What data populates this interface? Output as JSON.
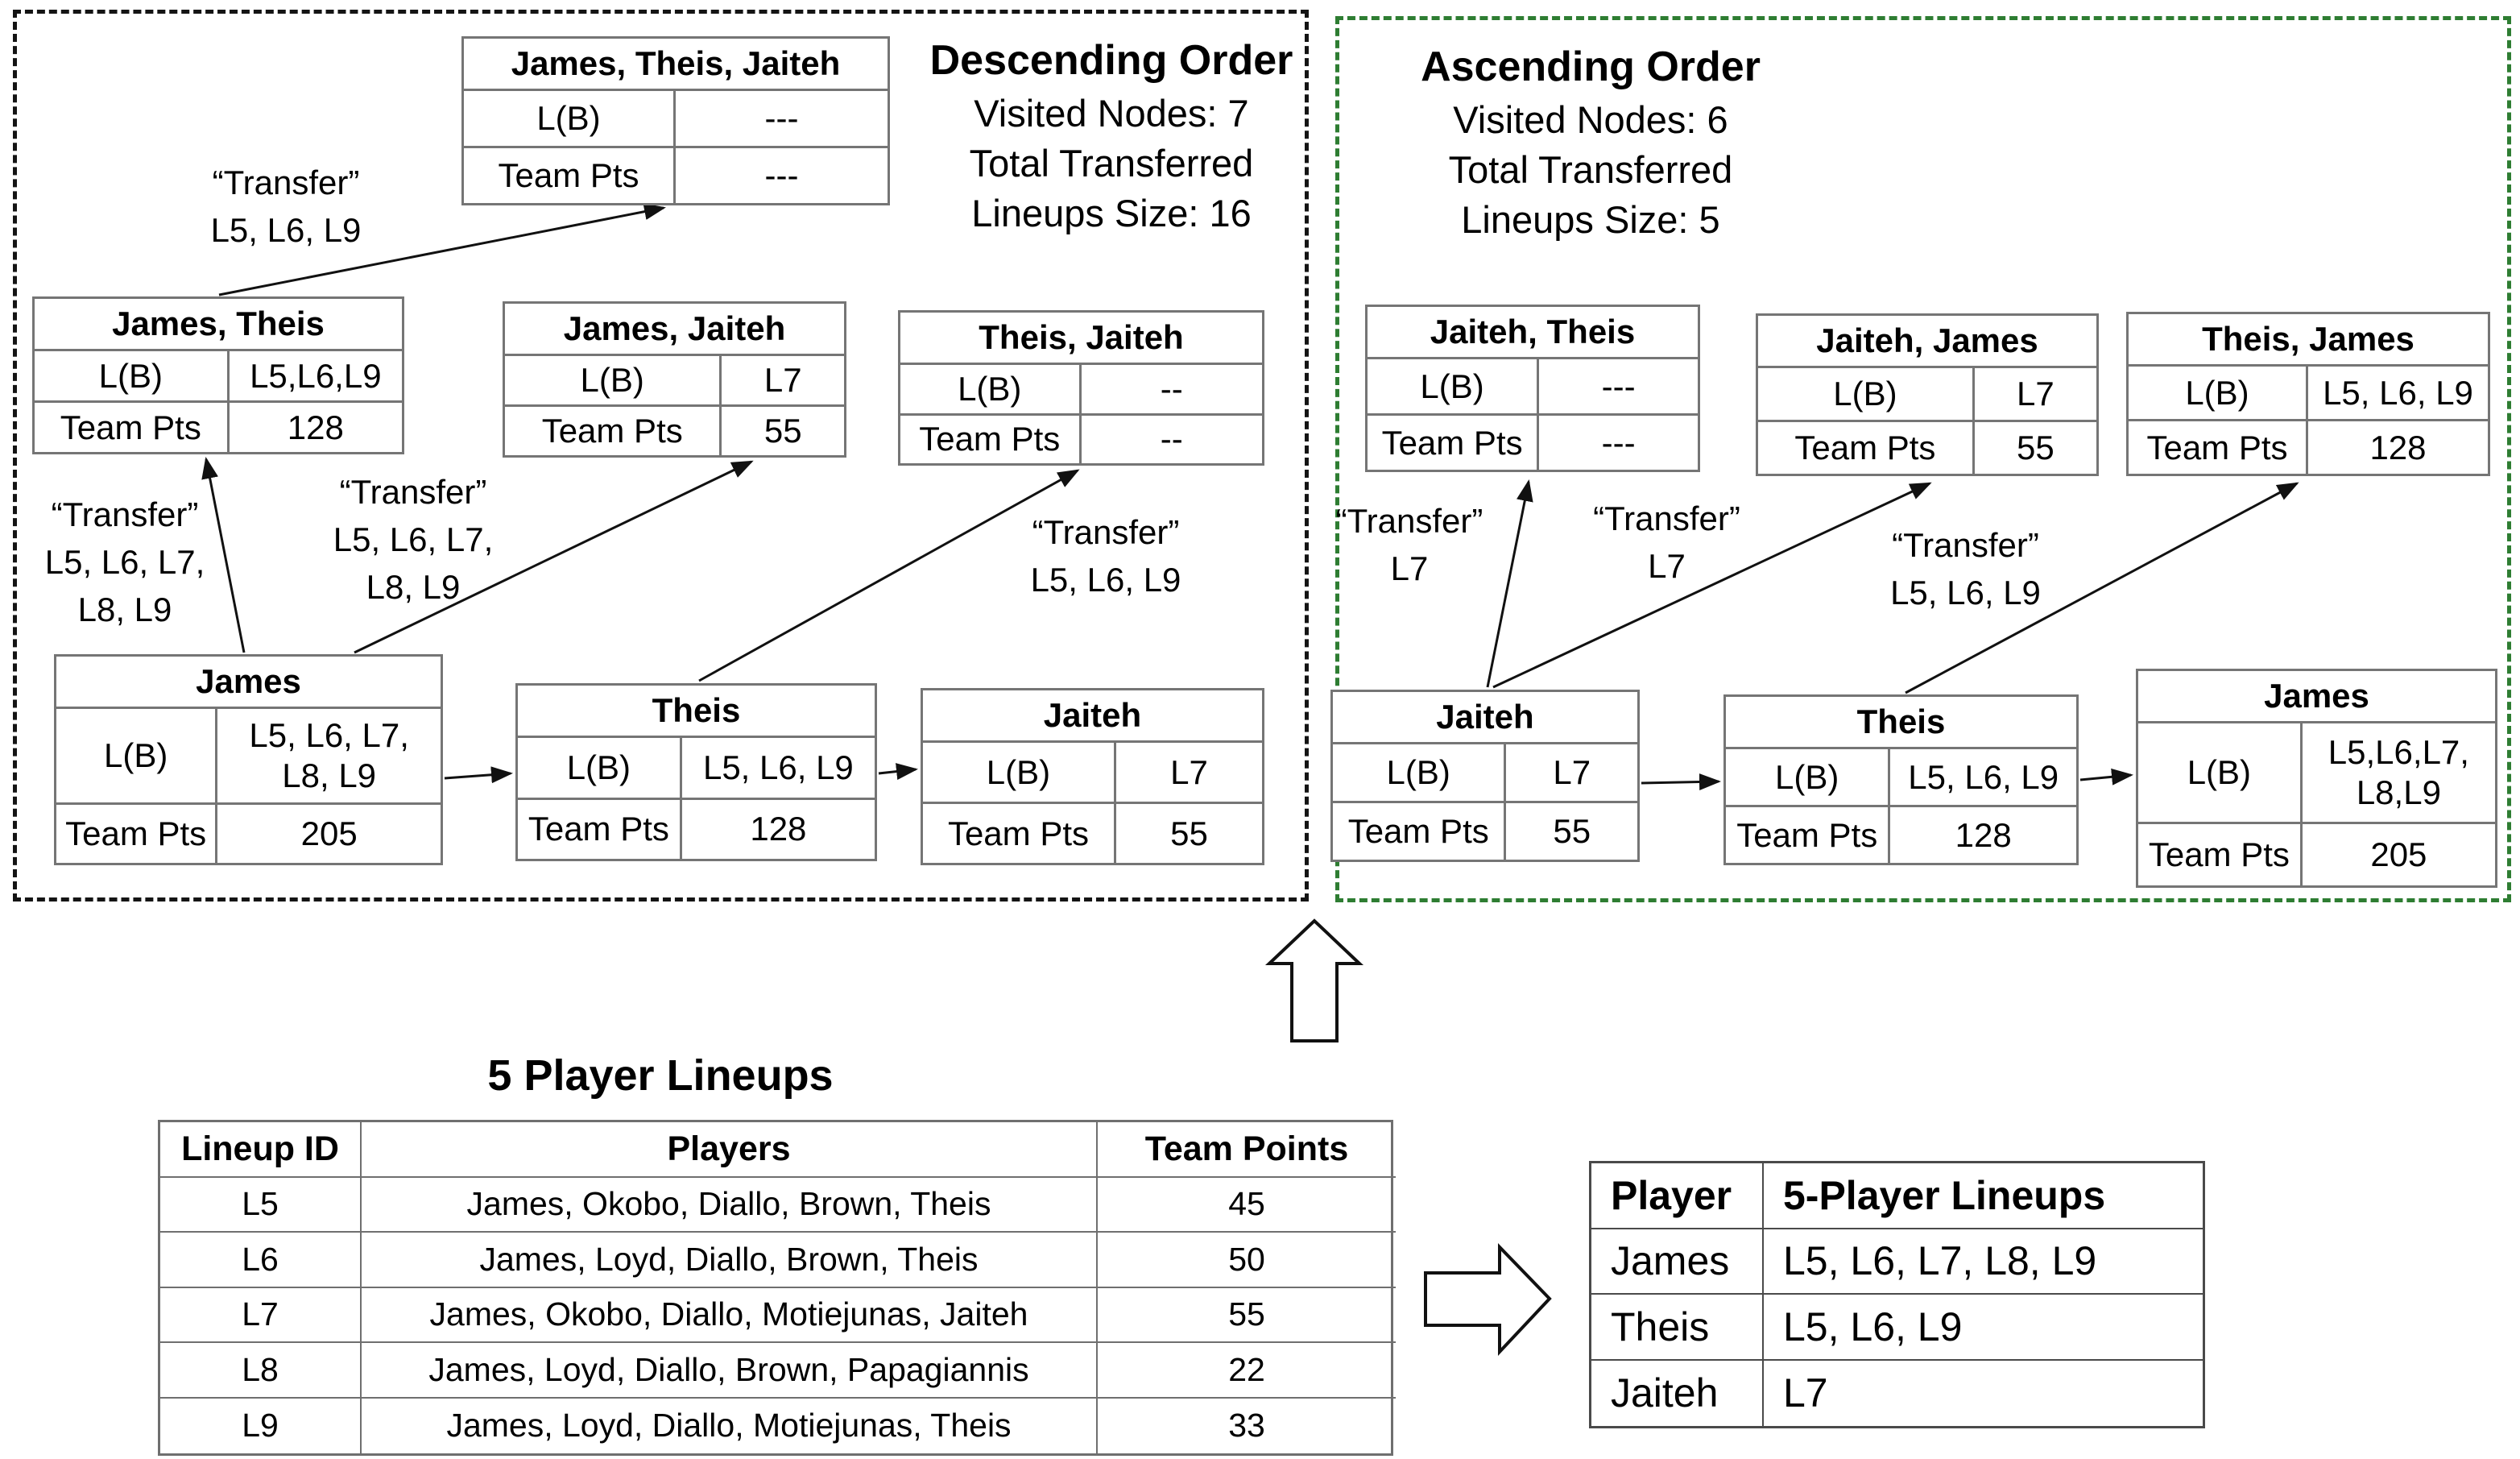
{
  "labels": {
    "lb": "L(B)",
    "pts": "Team Pts"
  },
  "descending": {
    "title": "Descending Order",
    "stats": [
      "Visited Nodes: 7",
      "Total Transferred",
      "Lineups Size: 16"
    ],
    "nodes": [
      {
        "title": "James, Theis, Jaiteh",
        "lb": "---",
        "pts": "---"
      },
      {
        "title": "James, Theis",
        "lb": "L5,L6,L9",
        "pts": "128"
      },
      {
        "title": "James, Jaiteh",
        "lb": "L7",
        "pts": "55"
      },
      {
        "title": "Theis, Jaiteh",
        "lb": "--",
        "pts": "--"
      },
      {
        "title": "James",
        "lb": "L5, L6, L7, L8, L9",
        "pts": "205"
      },
      {
        "title": "Theis",
        "lb": "L5, L6, L9",
        "pts": "128"
      },
      {
        "title": "Jaiteh",
        "lb": "L7",
        "pts": "55"
      }
    ],
    "transfers": [
      [
        "“Transfer”",
        "L5, L6, L9"
      ],
      [
        "“Transfer”",
        "L5, L6, L7,",
        "L8, L9"
      ],
      [
        "“Transfer”",
        "L5, L6, L7,",
        "L8, L9"
      ],
      [
        "“Transfer”",
        "L5, L6, L9"
      ]
    ]
  },
  "ascending": {
    "title": "Ascending Order",
    "stats": [
      "Visited Nodes: 6",
      "Total Transferred",
      "Lineups Size: 5"
    ],
    "nodes": [
      {
        "title": "Jaiteh, Theis",
        "lb": "---",
        "pts": "---"
      },
      {
        "title": "Jaiteh, James",
        "lb": "L7",
        "pts": "55"
      },
      {
        "title": "Theis, James",
        "lb": "L5, L6, L9",
        "pts": "128"
      },
      {
        "title": "Jaiteh",
        "lb": "L7",
        "pts": "55"
      },
      {
        "title": "Theis",
        "lb": "L5, L6, L9",
        "pts": "128"
      },
      {
        "title": "James",
        "lb": "L5,L6,L7, L8,L9",
        "pts": "205"
      }
    ],
    "transfers": [
      [
        "“Transfer”",
        "L7"
      ],
      [
        "“Transfer”",
        "L7"
      ],
      [
        "“Transfer”",
        "L5, L6, L9"
      ]
    ]
  },
  "lineups_table": {
    "title": "5 Player Lineups",
    "headers": [
      "Lineup ID",
      "Players",
      "Team Points"
    ],
    "rows": [
      [
        "L5",
        "James, Okobo, Diallo, Brown, Theis",
        "45"
      ],
      [
        "L6",
        "James, Loyd, Diallo, Brown, Theis",
        "50"
      ],
      [
        "L7",
        "James, Okobo, Diallo, Motiejunas, Jaiteh",
        "55"
      ],
      [
        "L8",
        "James, Loyd, Diallo, Brown, Papagiannis",
        "22"
      ],
      [
        "L9",
        "James, Loyd, Diallo, Motiejunas, Theis",
        "33"
      ]
    ]
  },
  "player_table": {
    "headers": [
      "Player",
      "5-Player Lineups"
    ],
    "rows": [
      [
        "James",
        "L5, L6, L7, L8, L9"
      ],
      [
        "Theis",
        "L5, L6, L9"
      ],
      [
        "Jaiteh",
        "L7"
      ]
    ]
  }
}
